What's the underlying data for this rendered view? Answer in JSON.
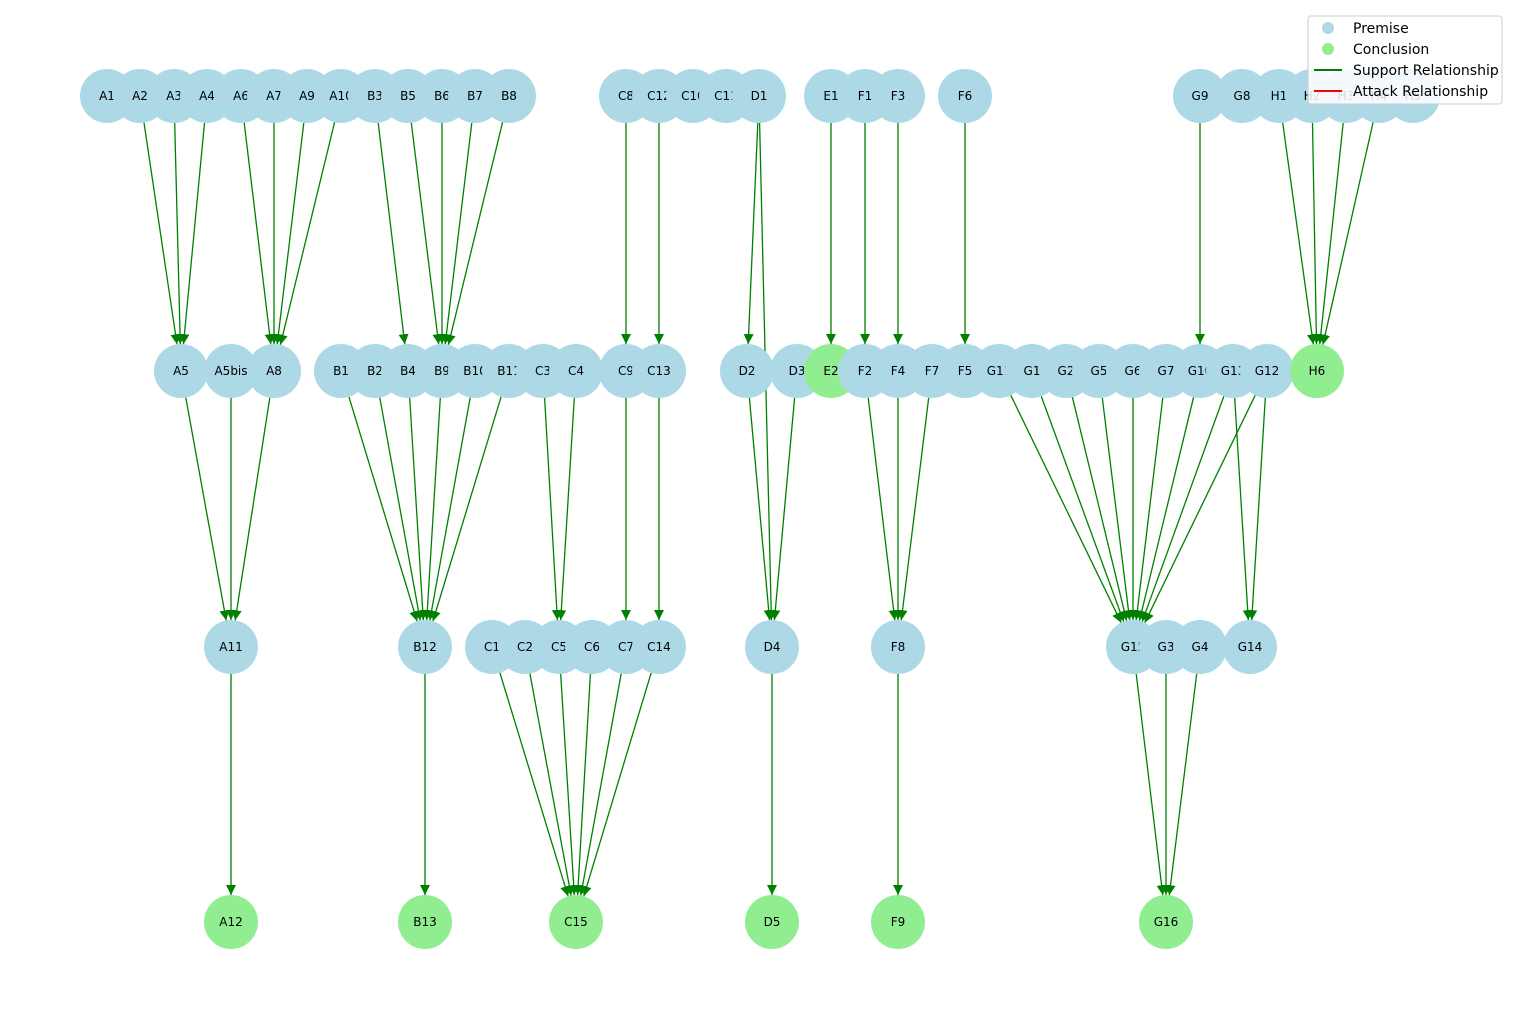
{
  "colors": {
    "premise": "#add8e6",
    "conclusion": "#90ee90",
    "support": "#008000",
    "attack": "#ff0000"
  },
  "legend": {
    "premise_label": "Premise",
    "conclusion_label": "Conclusion",
    "support_label": "Support Relationship",
    "attack_label": "Attack Relationship"
  },
  "diagram": {
    "rows": [
      [
        "A1",
        "A2",
        "A3",
        "A4",
        "A6",
        "A7",
        "A9",
        "A10",
        "B3",
        "B5",
        "B6",
        "B7",
        "B8",
        "C8",
        "C12",
        "C10",
        "C11",
        "D1",
        "E1",
        "F1",
        "F3",
        "F6",
        "G9",
        "G8",
        "H1",
        "H2",
        "H3",
        "H4",
        "H5"
      ],
      [
        "A5",
        "A5bis",
        "A8",
        "B1",
        "B2",
        "B4",
        "B9",
        "B10",
        "B11",
        "C3",
        "C4",
        "C9",
        "C13",
        "D2",
        "D3",
        "E2",
        "F2",
        "F4",
        "F7",
        "F5",
        "G11",
        "G1",
        "G2",
        "G5",
        "G6",
        "G7",
        "G10",
        "G13",
        "G12",
        "H6"
      ],
      [
        "A11",
        "B12",
        "C1",
        "C2",
        "C5",
        "C6",
        "C7",
        "C14",
        "D4",
        "F8",
        "G15",
        "G3",
        "G4",
        "G14"
      ],
      [
        "A12",
        "B13",
        "C15",
        "D5",
        "F9",
        "G16"
      ]
    ],
    "conclusions": [
      "E2",
      "H6",
      "A12",
      "B13",
      "C15",
      "D5",
      "F9",
      "G16"
    ],
    "edges": [
      [
        "A2",
        "A5"
      ],
      [
        "A3",
        "A5"
      ],
      [
        "A4",
        "A5"
      ],
      [
        "A6",
        "A8"
      ],
      [
        "A7",
        "A8"
      ],
      [
        "A9",
        "A8"
      ],
      [
        "A10",
        "A8"
      ],
      [
        "B3",
        "B4"
      ],
      [
        "B5",
        "B9"
      ],
      [
        "B6",
        "B9"
      ],
      [
        "B7",
        "B9"
      ],
      [
        "B8",
        "B9"
      ],
      [
        "C8",
        "C9"
      ],
      [
        "C12",
        "C13"
      ],
      [
        "D1",
        "D2"
      ],
      [
        "D1",
        "D4"
      ],
      [
        "E1",
        "E2"
      ],
      [
        "F1",
        "F2"
      ],
      [
        "F3",
        "F4"
      ],
      [
        "F6",
        "F5"
      ],
      [
        "G9",
        "G10"
      ],
      [
        "H1",
        "H6"
      ],
      [
        "H2",
        "H6"
      ],
      [
        "H3",
        "H6"
      ],
      [
        "H4",
        "H6"
      ],
      [
        "A5",
        "A11"
      ],
      [
        "A5bis",
        "A11"
      ],
      [
        "A8",
        "A11"
      ],
      [
        "B1",
        "B12"
      ],
      [
        "B2",
        "B12"
      ],
      [
        "B4",
        "B12"
      ],
      [
        "B9",
        "B12"
      ],
      [
        "B10",
        "B12"
      ],
      [
        "B11",
        "B12"
      ],
      [
        "C3",
        "C5"
      ],
      [
        "C4",
        "C5"
      ],
      [
        "C9",
        "C7"
      ],
      [
        "C13",
        "C14"
      ],
      [
        "D2",
        "D4"
      ],
      [
        "D3",
        "D4"
      ],
      [
        "F2",
        "F8"
      ],
      [
        "F4",
        "F8"
      ],
      [
        "F7",
        "F8"
      ],
      [
        "G11",
        "G15"
      ],
      [
        "G1",
        "G15"
      ],
      [
        "G2",
        "G15"
      ],
      [
        "G5",
        "G15"
      ],
      [
        "G6",
        "G15"
      ],
      [
        "G7",
        "G15"
      ],
      [
        "G10",
        "G15"
      ],
      [
        "G13",
        "G15"
      ],
      [
        "G12",
        "G15"
      ],
      [
        "G13",
        "G14"
      ],
      [
        "G12",
        "G14"
      ],
      [
        "A11",
        "A12"
      ],
      [
        "B12",
        "B13"
      ],
      [
        "C1",
        "C15"
      ],
      [
        "C2",
        "C15"
      ],
      [
        "C5",
        "C15"
      ],
      [
        "C6",
        "C15"
      ],
      [
        "C7",
        "C15"
      ],
      [
        "C14",
        "C15"
      ],
      [
        "D4",
        "D5"
      ],
      [
        "F8",
        "F9"
      ],
      [
        "G15",
        "G16"
      ],
      [
        "G3",
        "G16"
      ],
      [
        "G4",
        "G16"
      ]
    ]
  }
}
